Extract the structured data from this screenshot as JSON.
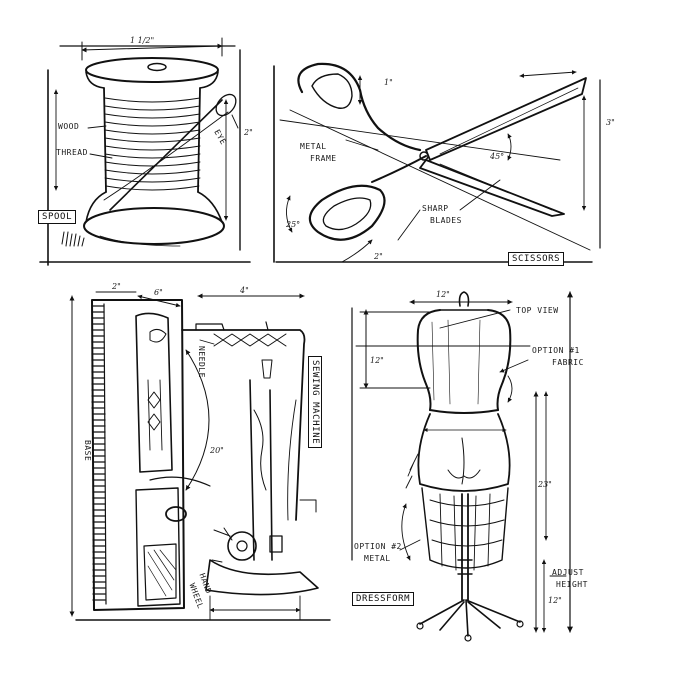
{
  "spool": {
    "title": "SPOOL",
    "labels": {
      "wood": "WOOD",
      "thread": "THREAD",
      "eye": "EYE"
    },
    "dims": {
      "width": "1 1/2\"",
      "height": "2\""
    }
  },
  "scissors": {
    "title": "SCISSORS",
    "labels": {
      "metal_frame_1": "METAL",
      "metal_frame_2": "FRAME",
      "sharp_blades_1": "SHARP",
      "sharp_blades_2": "BLADES"
    },
    "dims": {
      "angle_45": "45°",
      "angle_25": "25°",
      "d1": "1\"",
      "d2": "2\"",
      "d3": "3\""
    }
  },
  "sewing_machine": {
    "title": "SEWING MACHINE",
    "labels": {
      "needle": "NEEDLE",
      "base": "BASE",
      "hand_wheel_1": "HAND",
      "hand_wheel_2": "WHEEL"
    },
    "dims": {
      "w4": "4\"",
      "w2": "2\"",
      "w6": "6\"",
      "h20": "20\""
    }
  },
  "dressform": {
    "title": "DRESSFORM",
    "labels": {
      "top_view": "TOP VIEW",
      "option1_1": "OPTION #1",
      "option1_2": "FABRIC",
      "option2_1": "OPTION #2",
      "option2_2": "METAL",
      "adjust_1": "ADJUST",
      "adjust_2": "HEIGHT"
    },
    "dims": {
      "w12": "12\"",
      "h12": "12\"",
      "h23": "23\"",
      "h12b": "12\""
    }
  }
}
